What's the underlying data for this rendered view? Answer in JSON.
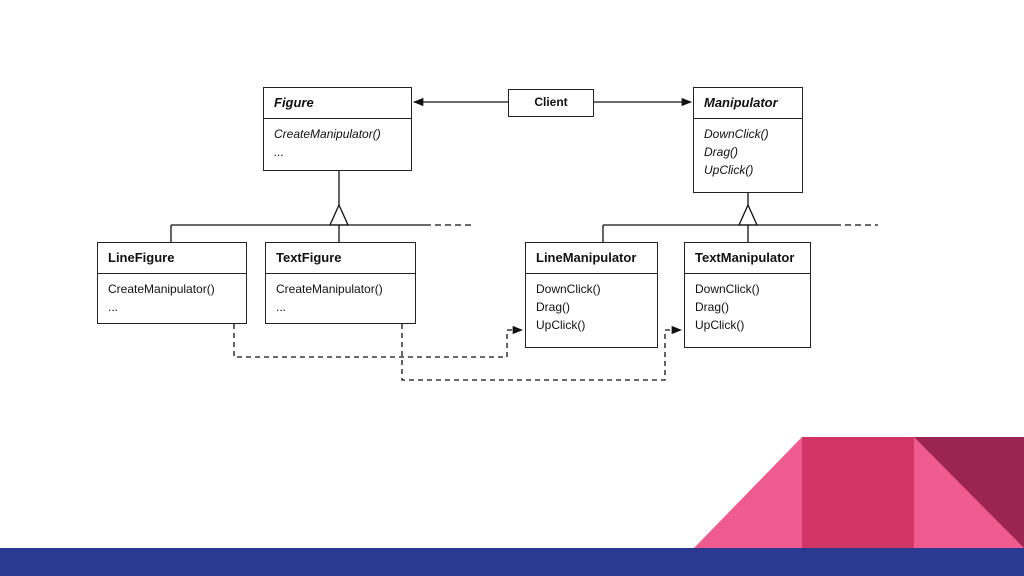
{
  "diagram": {
    "client": "Client",
    "figure": {
      "name": "Figure",
      "ops": [
        "CreateManipulator()",
        "..."
      ]
    },
    "manipulator": {
      "name": "Manipulator",
      "ops": [
        "DownClick()",
        "Drag()",
        "UpClick()"
      ]
    },
    "line_figure": {
      "name": "LineFigure",
      "ops": [
        "CreateManipulator()",
        "..."
      ]
    },
    "text_figure": {
      "name": "TextFigure",
      "ops": [
        "CreateManipulator()",
        "..."
      ]
    },
    "line_manipulator": {
      "name": "LineManipulator",
      "ops": [
        "DownClick()",
        "Drag()",
        "UpClick()"
      ]
    },
    "text_manipulator": {
      "name": "TextManipulator",
      "ops": [
        "DownClick()",
        "Drag()",
        "UpClick()"
      ]
    }
  },
  "colors": {
    "bottom_band": "#2b3990",
    "pink_light": "#ef5b8e",
    "pink_mid": "#d13566",
    "maroon": "#9b2550"
  }
}
